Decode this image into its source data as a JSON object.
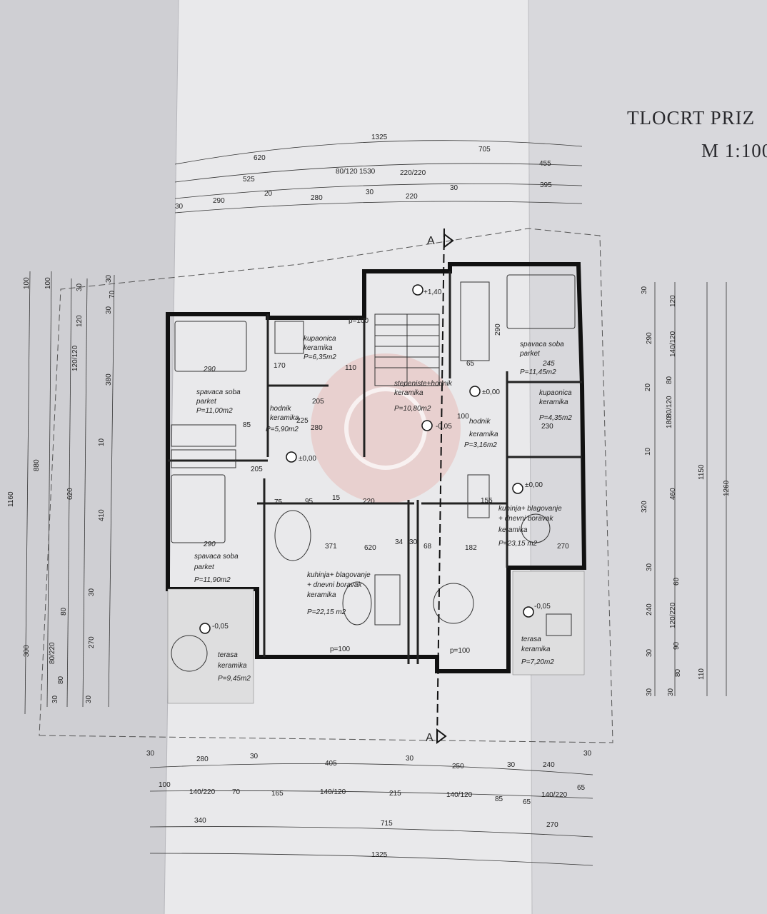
{
  "title": {
    "main": "TLOCRT PRIZ",
    "scale": "M 1:100"
  },
  "section_marker": "A",
  "top_dims": {
    "row1": [
      "1325"
    ],
    "row2": [
      "620",
      "705"
    ],
    "row3": [
      "525",
      "80/120",
      "1530",
      "220/220",
      "455"
    ],
    "row4": [
      "30",
      "290",
      "20",
      "280",
      "30",
      "220",
      "30",
      "395"
    ]
  },
  "bottom_dims": {
    "row1": [
      "30",
      "280",
      "30",
      "405",
      "30",
      "250",
      "30",
      "240",
      "30"
    ],
    "row2": [
      "100",
      "140/220",
      "70",
      "165",
      "140/120",
      "215",
      "140/120",
      "85",
      "65",
      "140/220",
      "65"
    ],
    "row3": [
      "340",
      "715",
      "270"
    ],
    "row4": [
      "1325"
    ]
  },
  "left_dims": {
    "col1": [
      "1160"
    ],
    "col2": [
      "100",
      "880"
    ],
    "col3": [
      "100",
      "620",
      "300"
    ],
    "col4": [
      "30",
      "120",
      "120/120",
      "80",
      "80/220",
      "80",
      "30"
    ],
    "col5": [
      "30",
      "380",
      "10",
      "410",
      "30",
      "270",
      "30"
    ],
    "col6": [
      "30",
      "70"
    ]
  },
  "right_dims": {
    "col1": [
      "30",
      "290",
      "20",
      "10",
      "320",
      "30",
      "240",
      "30",
      "30"
    ],
    "col2": [
      "120",
      "140/120",
      "80",
      "80/120",
      "180",
      "460",
      "60",
      "120/220",
      "90",
      "80",
      "30"
    ],
    "col3": [
      "1150",
      "110"
    ],
    "col4": [
      "1260"
    ]
  },
  "rooms": {
    "bed1": {
      "name": "spavaca soba",
      "floor": "parket",
      "area": "P=11,00m2",
      "w": "290"
    },
    "bath1": {
      "name": "kupaonica",
      "floor": "keramika",
      "area": "P=6,35m2"
    },
    "hall1": {
      "name": "hodnik",
      "floor": "keramika",
      "area": "P=5,90m2"
    },
    "bed2": {
      "name": "spavaca soba",
      "floor": "parket",
      "area": "P=11,90m2",
      "w": "290"
    },
    "living1": {
      "line1": "kuhinja+ blagovanje",
      "line2": "+ dnevni boravak",
      "floor": "keramika",
      "area": "P=22,15 m2"
    },
    "terrace1": {
      "name": "terasa",
      "floor": "keramika",
      "area": "P=9,45m2"
    },
    "stair": {
      "name": "stepeniste+hodnik",
      "floor": "keramika",
      "area": "P=10,80m2"
    },
    "bed3": {
      "name": "spavaca soba",
      "floor": "parket",
      "area": "P=11,45m2",
      "w": "245"
    },
    "bath2": {
      "name": "kupaonica",
      "floor": "keramika",
      "area": "P=4,35m2"
    },
    "hall2": {
      "name": "hodnik",
      "floor": "keramika",
      "area": "P=3,16m2"
    },
    "living2": {
      "line1": "kuhinja+ blagovanje",
      "line2": "+ dnevni boravak",
      "floor": "keramika",
      "area": "P=23,15 m2"
    },
    "terrace2": {
      "name": "terasa",
      "floor": "keramika",
      "area": "P=7,20m2"
    }
  },
  "levels": {
    "a": "±0,00",
    "b": "±0,00",
    "c": "±0,00",
    "d": "+1,40",
    "e": "-0,05",
    "f": "-0,05",
    "g": "-0,05"
  },
  "inner_dims": {
    "a": "p=100",
    "b": "170",
    "c": "110",
    "d": "205",
    "e": "85",
    "f": "225",
    "g": "205",
    "h": "280",
    "i": "75",
    "j": "95",
    "k": "15",
    "l": "220",
    "m": "371",
    "n": "620",
    "o": "34",
    "p": "30",
    "q": "68",
    "r": "182",
    "s": "155",
    "t": "p=100",
    "u": "p=100",
    "v": "230",
    "w": "270",
    "x": "290",
    "y": "65",
    "z": "100"
  }
}
